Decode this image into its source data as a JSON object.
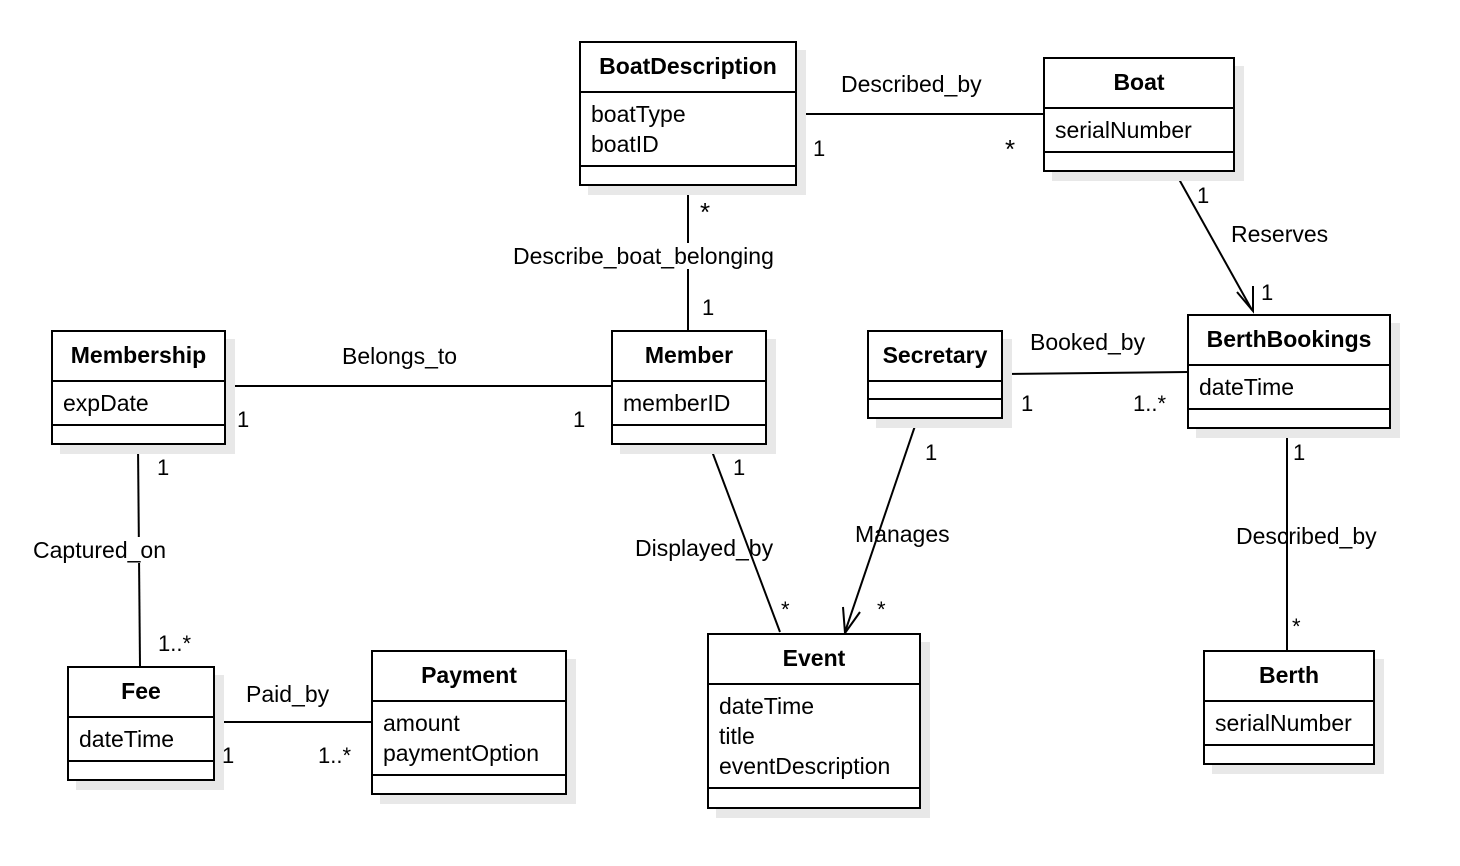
{
  "classes": {
    "boat_description": {
      "name": "BoatDescription",
      "attrs": [
        "boatType",
        "boatID"
      ]
    },
    "boat": {
      "name": "Boat",
      "attrs": [
        "serialNumber"
      ]
    },
    "membership": {
      "name": "Membership",
      "attrs": [
        "expDate"
      ]
    },
    "member": {
      "name": "Member",
      "attrs": [
        "memberID"
      ]
    },
    "secretary": {
      "name": "Secretary",
      "attrs": []
    },
    "berth_bookings": {
      "name": "BerthBookings",
      "attrs": [
        "dateTime"
      ]
    },
    "fee": {
      "name": "Fee",
      "attrs": [
        "dateTime"
      ]
    },
    "payment": {
      "name": "Payment",
      "attrs": [
        "amount",
        "paymentOption"
      ]
    },
    "event": {
      "name": "Event",
      "attrs": [
        "dateTime",
        "title",
        "eventDescription"
      ]
    },
    "berth": {
      "name": "Berth",
      "attrs": [
        "serialNumber"
      ]
    }
  },
  "associations": {
    "described_by_boat": {
      "label": "Described_by",
      "m1": "1",
      "m2": "*"
    },
    "describe_boat_belonging": {
      "label": "Describe_boat_belonging",
      "m1": "*",
      "m2": "1"
    },
    "reserves": {
      "label": "Reserves",
      "m1": "1",
      "m2": "1"
    },
    "belongs_to": {
      "label": "Belongs_to",
      "m1": "1",
      "m2": "1"
    },
    "booked_by": {
      "label": "Booked_by",
      "m1": "1",
      "m2": "1..*"
    },
    "captured_on": {
      "label": "Captured_on",
      "m1": "1",
      "m2": "1..*"
    },
    "displayed_by": {
      "label": "Displayed_by",
      "m1": "1",
      "m2": "*"
    },
    "manages": {
      "label": "Manages",
      "m1": "1",
      "m2": "*"
    },
    "described_by_berth": {
      "label": "Described_by",
      "m1": "1",
      "m2": "*"
    },
    "paid_by": {
      "label": "Paid_by",
      "m1": "1",
      "m2": "1..*"
    }
  }
}
